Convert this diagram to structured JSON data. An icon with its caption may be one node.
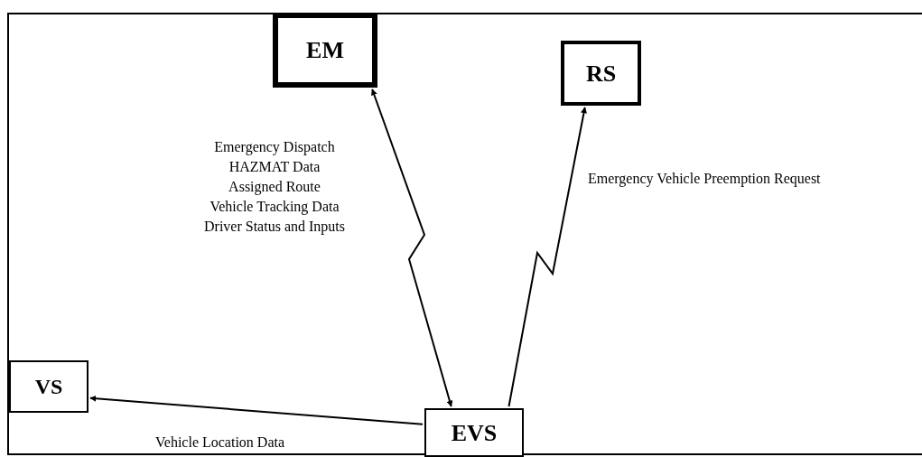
{
  "diagram": {
    "nodes": [
      {
        "text": [
          "EM"
        ]
      },
      {
        "text": [
          "RS"
        ]
      },
      {
        "text": [
          "VS"
        ]
      },
      {
        "text": [
          "EVS"
        ]
      }
    ],
    "edges": [
      {
        "from": 0,
        "to": 3,
        "arrow": "both"
      },
      {
        "from": 3,
        "to": 1,
        "arrow": "to",
        "label": "Emergency Vehicle Preemption Request"
      },
      {
        "from": 3,
        "to": 2,
        "arrow": "to",
        "label": "Vehicle Location Data"
      }
    ],
    "labels": [
      "Emergency Dispatch",
      "HAZMAT Data",
      "Assigned Route",
      "Vehicle Tracking Data",
      "Driver Status and Inputs"
    ]
  }
}
